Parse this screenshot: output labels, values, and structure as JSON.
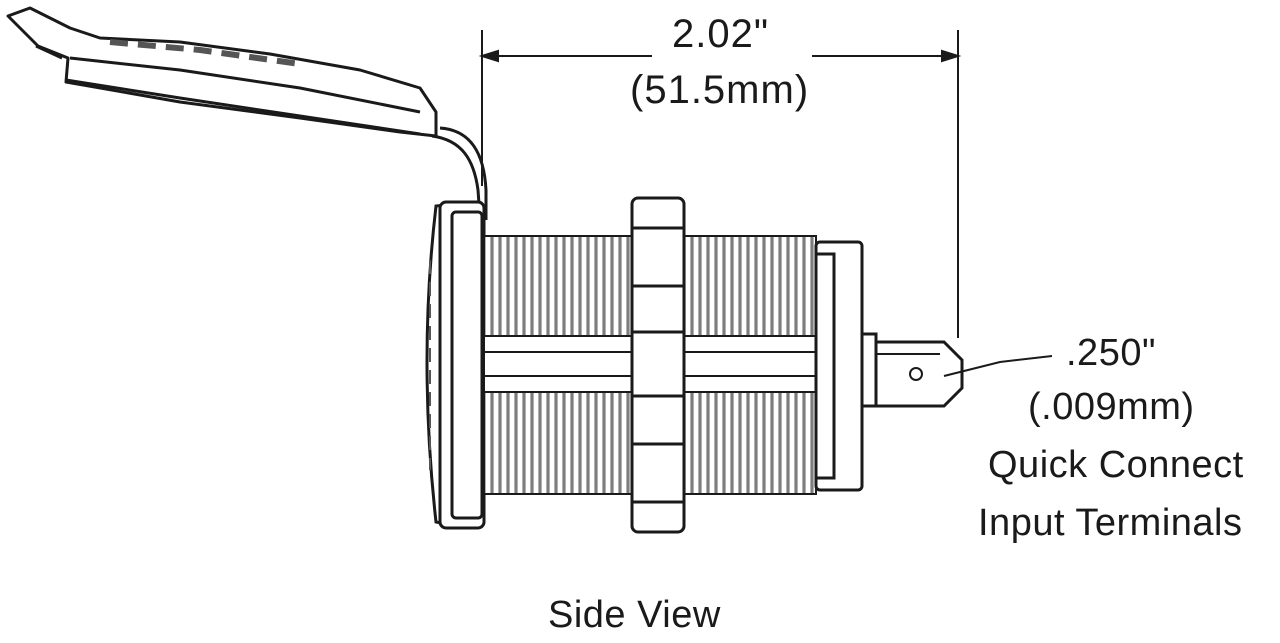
{
  "dimension": {
    "inches": "2.02\"",
    "mm": "(51.5mm)"
  },
  "terminal": {
    "inches": ".250\"",
    "mm": "(.009mm)",
    "line1": "Quick Connect",
    "line2": "Input Terminals"
  },
  "caption": "Side View",
  "colors": {
    "line": "#1a1a1a",
    "thread": "#9a9a9a",
    "background": "#ffffff"
  }
}
